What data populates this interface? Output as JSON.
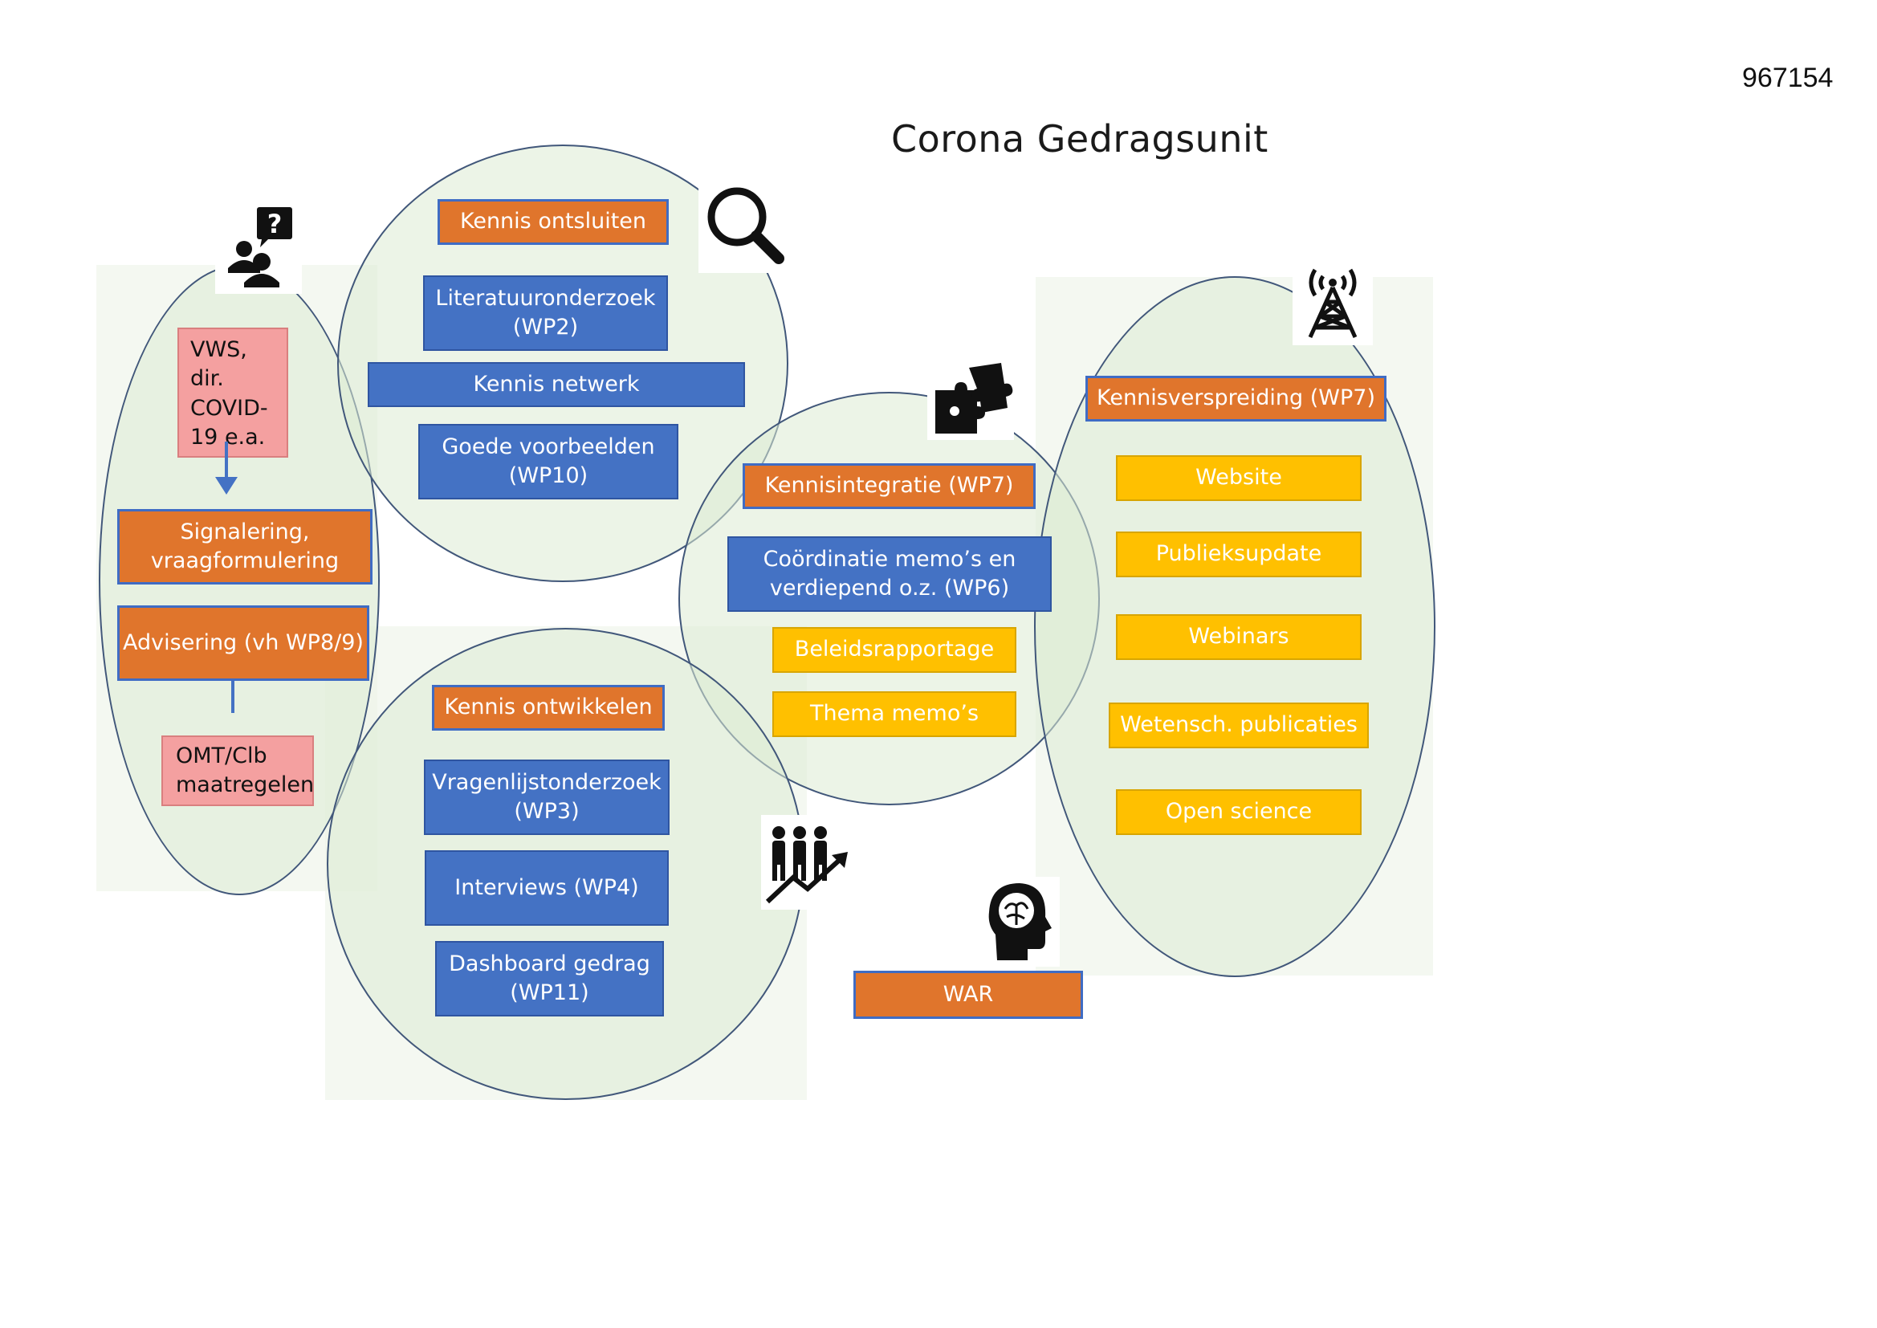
{
  "document_id": "967154",
  "title": "Corona Gedragsunit",
  "left_column": {
    "source_label": "VWS, dir. COVID-19 e.a.",
    "signalering": "Signalering, vraagformulering",
    "advisering": "Advisering (vh WP8/9)",
    "omt": "OMT/Clb maatregelen",
    "icon": "people-question-icon"
  },
  "kennis_ontsluiten": {
    "header": "Kennis ontsluiten",
    "items": [
      "Literatuuronderzoek (WP2)",
      "Kennis netwerk",
      "Goede voorbeelden (WP10)"
    ],
    "icon": "magnifier-icon"
  },
  "kennisintegratie": {
    "header": "Kennisintegratie (WP7)",
    "items": [
      "Coördinatie memo’s en verdiepend o.z. (WP6)"
    ],
    "outputs": [
      "Beleidsrapportage",
      "Thema memo’s"
    ],
    "icon": "puzzle-icon"
  },
  "kennis_ontwikkelen": {
    "header": "Kennis ontwikkelen",
    "items": [
      "Vragenlijstonderzoek (WP3)",
      "Interviews (WP4)",
      "Dashboard gedrag (WP11)"
    ],
    "icon": "people-growth-icon"
  },
  "kennisverspreiding": {
    "header": "Kennisverspreiding (WP7)",
    "items": [
      "Website",
      "Publieksupdate",
      "Webinars",
      "Wetensch. publicaties",
      "Open science"
    ],
    "icon": "antenna-tower-icon"
  },
  "war": {
    "label": "WAR",
    "icon": "brain-head-icon"
  },
  "colors": {
    "orange": "#e0752c",
    "blue": "#4472c4",
    "yellow": "#ffc000",
    "pink": "#f4a0a0",
    "ellipse_fill": "#dcebd4",
    "ellipse_stroke": "#41577a"
  }
}
